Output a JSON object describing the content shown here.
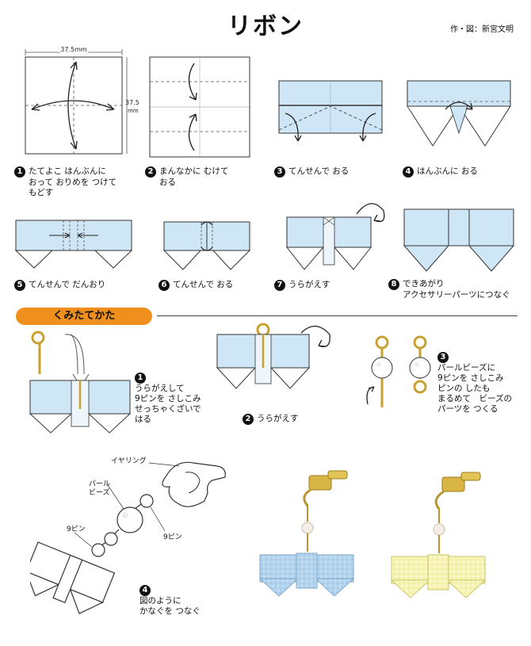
{
  "header": {
    "title": "リボン",
    "credit": "作・図：新宮文明"
  },
  "dimensions": {
    "width": "37.5mm",
    "height_value": "37.5",
    "height_unit": "mm"
  },
  "folding_steps": [
    {
      "num": "1",
      "lines": [
        "たてよこ はんぶんに",
        "おって おりめを つけて",
        "もどす"
      ]
    },
    {
      "num": "2",
      "lines": [
        "まんなかに むけて",
        "おる"
      ]
    },
    {
      "num": "3",
      "lines": [
        "てんせんで おる"
      ]
    },
    {
      "num": "4",
      "lines": [
        "はんぶんに おる"
      ]
    },
    {
      "num": "5",
      "lines": [
        "てんせんで だんおり"
      ]
    },
    {
      "num": "6",
      "lines": [
        "てんせんで おる"
      ]
    },
    {
      "num": "7",
      "lines": [
        "うらがえす"
      ]
    },
    {
      "num": "8",
      "lines": [
        "できあがり",
        "アクセサリーパーツにつなぐ"
      ]
    }
  ],
  "assembly": {
    "heading": "くみたてかた",
    "steps": [
      {
        "num": "1",
        "lines": [
          "うらがえして",
          "9ピンを さしこみ",
          "せっちゃくざいで",
          "はる"
        ]
      },
      {
        "num": "2",
        "lines": [
          "うらがえす"
        ]
      },
      {
        "num": "3",
        "lines": [
          "パールビーズに",
          "9ピンを さしこみ",
          "ピンの したも",
          "まるめて　ビーズの",
          "パーツを つくる"
        ]
      },
      {
        "num": "4",
        "lines": [
          "図のように",
          "かなぐを つなぐ"
        ]
      }
    ],
    "labels": {
      "earring": "イヤリング",
      "pearl": "パール",
      "beads": "ビーズ",
      "pin": "9ピン"
    }
  },
  "colors": {
    "paper": "#cfe6f7",
    "accent": "#ef8f1e",
    "gold": "#c9a12f",
    "photo_blue": "#a9cdea",
    "photo_yellow": "#f3f0a6"
  }
}
